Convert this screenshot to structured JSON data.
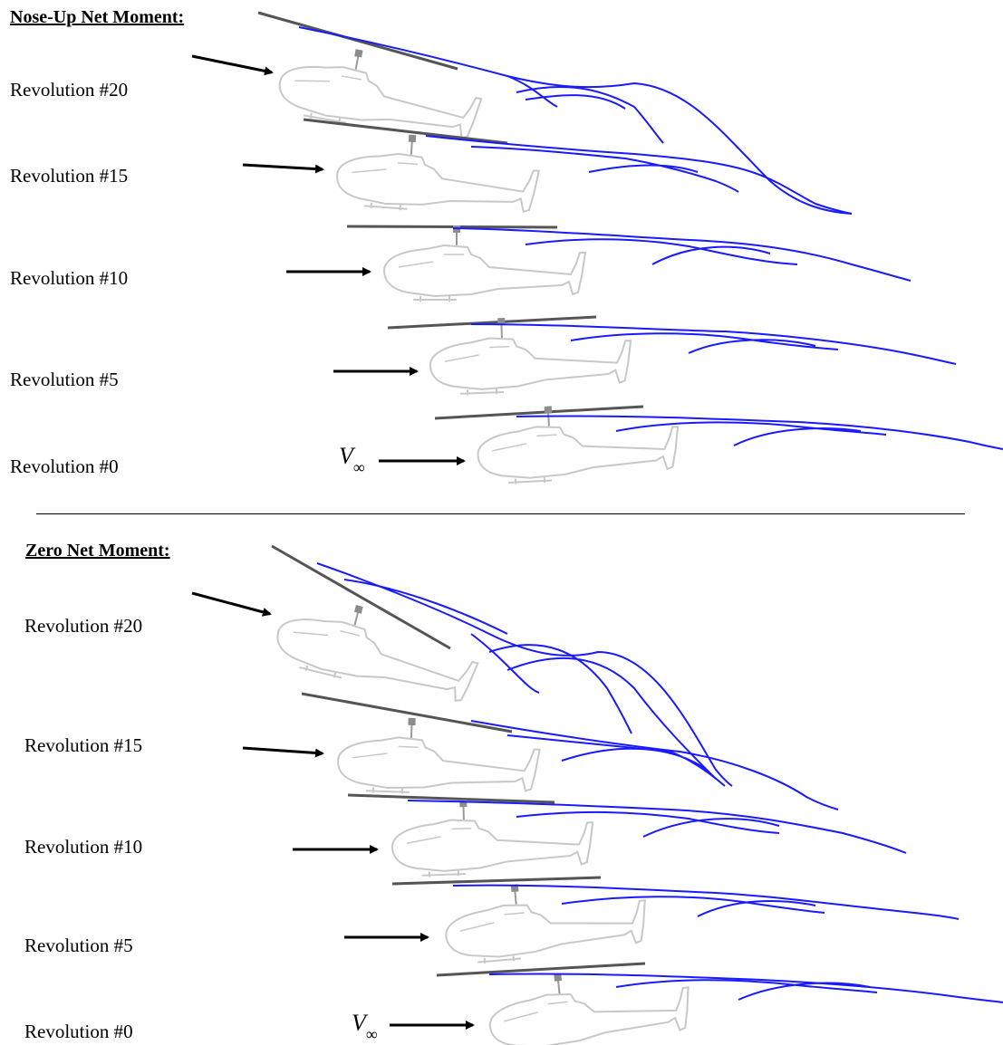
{
  "sections": [
    {
      "title": "Nose-Up Net Moment:",
      "revolutions": [
        "Revolution #20",
        "Revolution #15",
        "Revolution #10",
        "Revolution #5",
        "Revolution #0"
      ],
      "freestream_symbol": "V",
      "freestream_subscript": "∞"
    },
    {
      "title": "Zero Net Moment:",
      "revolutions": [
        "Revolution #20",
        "Revolution #15",
        "Revolution #10",
        "Revolution #5",
        "Revolution #0"
      ],
      "freestream_symbol": "V",
      "freestream_subscript": "∞"
    }
  ],
  "colors": {
    "wake": "#1a1aff",
    "helicopter_outline": "#c8c8c8",
    "rotor": "#555555",
    "arrow": "#000000",
    "text": "#000000"
  }
}
